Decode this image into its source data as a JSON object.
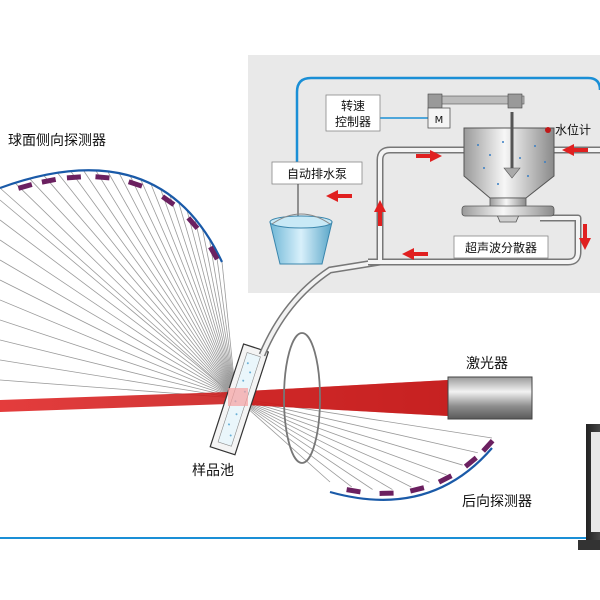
{
  "labels": {
    "sphere_detector": "球面侧向探测器",
    "speed_control_line1": "转速",
    "speed_control_line2": "控制器",
    "motor": "M",
    "water_level": "水位计",
    "drain_pump": "自动排水泵",
    "ultrasonic_disperser": "超声波分散器",
    "laser": "激光器",
    "sample_cell": "样品池",
    "back_detector": "后向探测器"
  },
  "colors": {
    "panel_bg": "#e8e8e8",
    "pipe_blue": "#1a8fd6",
    "arc_blue": "#1a5aa8",
    "laser_red": "#d42020",
    "arrow_red": "#e02020",
    "detector_purple": "#6b2060",
    "ray_gray": "#9a9a9a"
  }
}
